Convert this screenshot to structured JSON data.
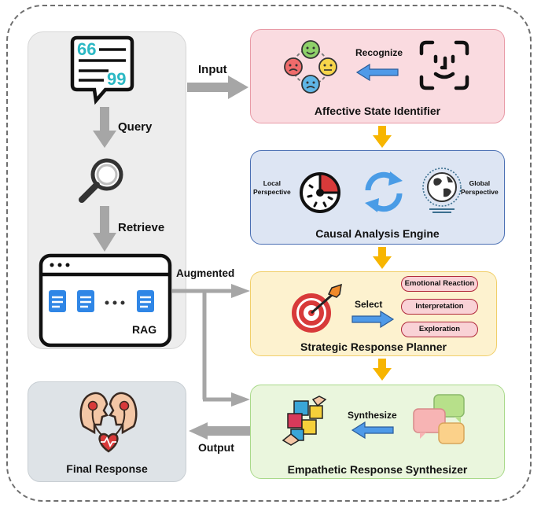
{
  "left_panel": {
    "query_label": "Query",
    "retrieve_label": "Retrieve",
    "rag_label": "RAG"
  },
  "final_response": {
    "title": "Final Response"
  },
  "edges": {
    "input": "Input",
    "augmented": "Augmented",
    "output": "Output"
  },
  "modules": {
    "affective": {
      "title": "Affective State Identifier",
      "action": "Recognize"
    },
    "causal": {
      "title": "Causal Analysis Engine",
      "local": [
        "Local",
        "Perspective"
      ],
      "global": [
        "Global",
        "Perspective"
      ]
    },
    "strategic": {
      "title": "Strategic Response Planner",
      "action": "Select",
      "options": [
        "Emotional Reaction",
        "Interpretation",
        "Exploration"
      ]
    },
    "empathetic": {
      "title": "Empathetic Response Synthesizer",
      "action": "Synthesize"
    }
  },
  "colors": {
    "affective_fill": "#fadbe0",
    "affective_border": "#e89aa6",
    "causal_fill": "#dde5f3",
    "causal_border": "#4a6fb3",
    "strategic_fill": "#fdf2cf",
    "strategic_border": "#f1cf6a",
    "empathetic_fill": "#eaf6dd",
    "empathetic_border": "#a9d98a",
    "arrow_gray": "#a6a6a6",
    "flow_arrow": "#f7b500"
  }
}
